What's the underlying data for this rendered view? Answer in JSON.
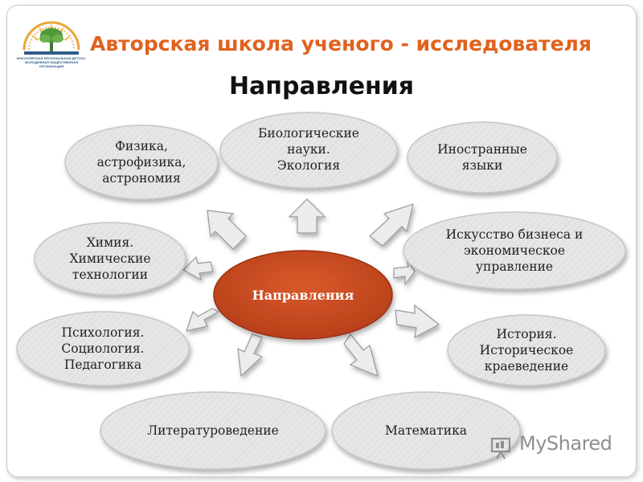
{
  "header": {
    "title": "Авторская школа ученого - исследователя",
    "subtitle": "Направления"
  },
  "logo": {
    "name": "school-emblem",
    "caption": "КРАСНОЯРСКАЯ РЕГИОНАЛЬНАЯ ДЕТСКО-МОЛОДЕЖНАЯ ОБЩЕСТВЕННАЯ ОРГАНИЗАЦИЯ"
  },
  "diagram": {
    "center": {
      "label": "Направления",
      "color": "#c94a1f"
    },
    "nodes": [
      {
        "id": "physics",
        "label": "Физика,\nастрофизика,\nастрономия"
      },
      {
        "id": "biology",
        "label": "Биологические\nнауки.\nЭкология"
      },
      {
        "id": "languages",
        "label": "Иностранные\nязыки"
      },
      {
        "id": "chemistry",
        "label": "Химия.\nХимические\nтехнологии"
      },
      {
        "id": "business",
        "label": "Искусство бизнеса и\nэкономическое\nуправление"
      },
      {
        "id": "psychology",
        "label": "Психология.\nСоциология.\nПедагогика"
      },
      {
        "id": "history",
        "label": "История.\nИсторическое\nкраеведение"
      },
      {
        "id": "literature",
        "label": "Литературоведение"
      },
      {
        "id": "math",
        "label": "Математика"
      }
    ]
  },
  "watermark": {
    "text": "MyShared",
    "icon": "myshared-logo-icon"
  },
  "colors": {
    "title": "#e0621e",
    "center": "#c94a1f",
    "node_fill": "#e6e4e4",
    "node_border": "#c8c5c5",
    "arrow_fill": "#ececec"
  }
}
